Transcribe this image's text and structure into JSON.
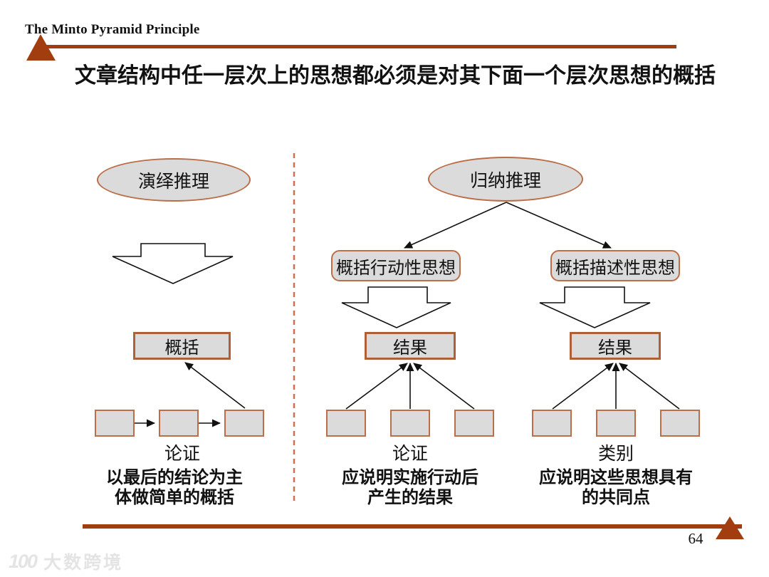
{
  "header": {
    "brand": "The Minto Pyramid Principle"
  },
  "title": "文章结构中任一层次上的思想都必须是对其下面一个层次思想的概括",
  "deductive": {
    "ellipse_label": "演绎推理",
    "summary_box_label": "概括",
    "group_label": "论证",
    "caption": [
      "以最后的结论为主",
      "体做简单的概括"
    ]
  },
  "inductive": {
    "ellipse_label": "归纳推理",
    "action": {
      "branch_label": "概括行动性思想",
      "result_label": "结果",
      "group_label": "论证",
      "caption": [
        "应说明实施行动后",
        "产生的结果"
      ]
    },
    "descriptive": {
      "branch_label": "概括描述性思想",
      "result_label": "结果",
      "group_label": "类别",
      "caption": [
        "应说明这些思想具有",
        "的共同点"
      ]
    }
  },
  "footer": {
    "page": "64"
  },
  "watermark": {
    "logo": "100",
    "name": "大数跨境"
  },
  "colors": {
    "rust": "#A13D0E",
    "shape_border": "#BC6E48",
    "shape_fill": "#DBDBDB",
    "divider_dash": "#CC6F52",
    "arrow": "#111111"
  }
}
